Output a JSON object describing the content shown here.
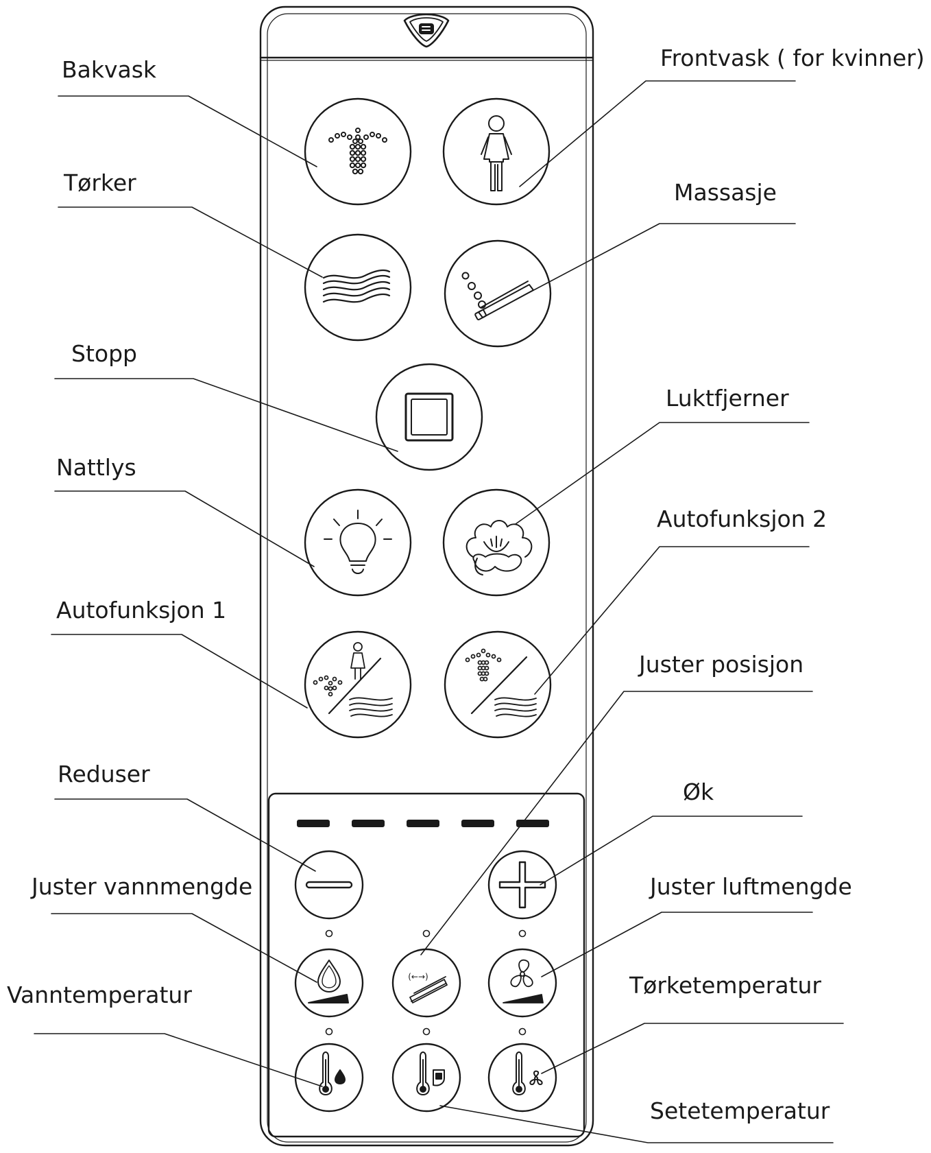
{
  "labels": {
    "bakvask": "Bakvask",
    "frontvask": "Frontvask ( for kvinner)",
    "torker": "Tørker",
    "massasje": "Massasje",
    "stopp": "Stopp",
    "luktfjerner": "Luktfjerner",
    "nattlys": "Nattlys",
    "autofunksjon_2": "Autofunksjon 2",
    "autofunksjon_1": "Autofunksjon 1",
    "juster_posisjon": "Juster posisjon",
    "reduser": "Reduser",
    "ok": "Øk",
    "juster_vannmengde": "Juster vannmengde",
    "juster_luftmengde": "Juster luftmengde",
    "vanntemperatur": "Vanntemperatur",
    "torketemperatur": "Tørketemperatur",
    "setetemperatur": "Setetemperatur"
  },
  "level_indicator": {
    "segments": 5
  },
  "colors": {
    "stroke": "#1a1a1a",
    "background": "#ffffff"
  },
  "icons": {
    "logo": "brand-logo-icon",
    "bakvask": "rear-wash-spray-icon",
    "frontvask": "woman-figure-icon",
    "torker": "dryer-waves-icon",
    "massasje": "massage-nozzle-icon",
    "stopp": "stop-square-icon",
    "nattlys": "light-bulb-icon",
    "luktfjerner": "flower-deodorizer-icon",
    "autofunksjon_1": "auto-front-wash-dry-icon",
    "autofunksjon_2": "auto-rear-wash-dry-icon",
    "reduser": "minus-icon",
    "ok": "plus-icon",
    "juster_vannmengde": "water-drop-icon",
    "juster_posisjon": "nozzle-position-icon",
    "juster_luftmengde": "fan-icon",
    "vanntemperatur": "thermometer-water-icon",
    "setetemperatur": "thermometer-seat-icon",
    "torketemperatur": "thermometer-fan-icon"
  }
}
